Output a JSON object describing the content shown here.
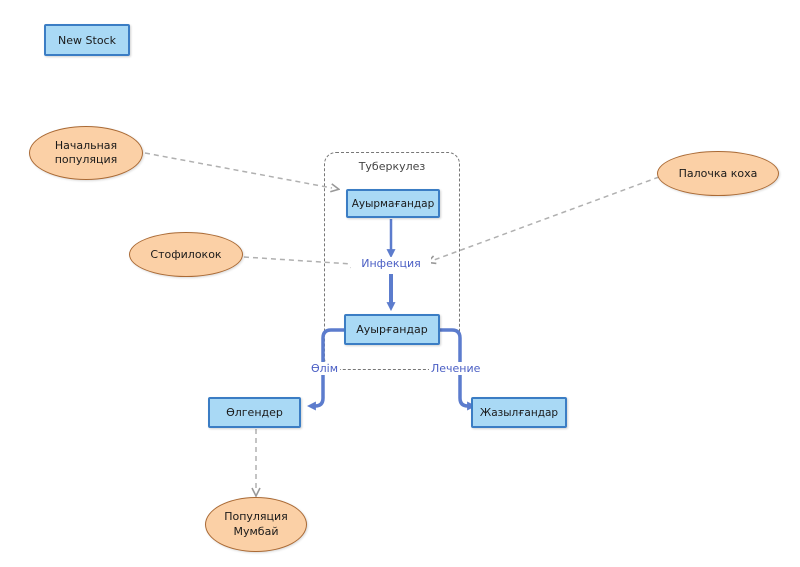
{
  "colors": {
    "stock_fill": "#a9d9f5",
    "stock_border": "#3b7dc4",
    "ellipse_fill": "#fbd0a6",
    "ellipse_border": "#aa6a35",
    "flow": "#5c7ccd",
    "flow_label": "#4a5ec4",
    "link": "#b0b0b0",
    "group_border": "#777777"
  },
  "nodes": {
    "new_stock": {
      "label": "New Stock"
    },
    "initial_population": {
      "label": "Начальная\nпопуляция"
    },
    "palochka_koha": {
      "label": "Палочка коха"
    },
    "stofilokok": {
      "label": "Стофилокок"
    },
    "group_tuberkulez": {
      "label": "Туберкулез"
    },
    "auyrmagandar": {
      "label": "Ауырмағандар"
    },
    "auyrgandar": {
      "label": "Ауырғандар"
    },
    "olgender": {
      "label": "Өлгендер"
    },
    "zhazylgandar": {
      "label": "Жазылғандар"
    },
    "populyaciya_mumbai": {
      "label": "Популяция\nМумбай"
    }
  },
  "flows": {
    "infection": {
      "label": "Инфекция"
    },
    "death": {
      "label": "Өлім"
    },
    "treatment": {
      "label": "Лечение"
    }
  }
}
